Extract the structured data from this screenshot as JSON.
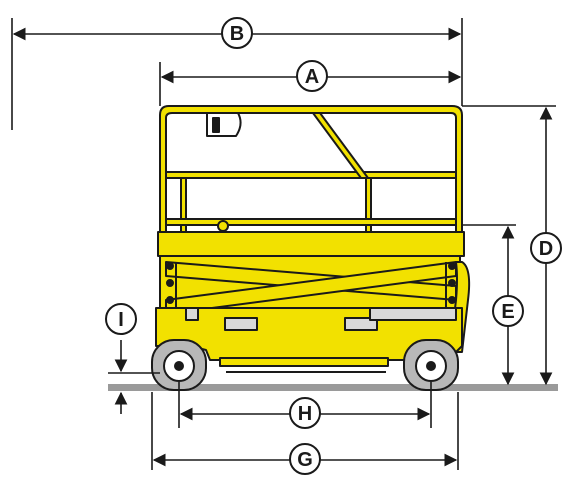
{
  "diagram": {
    "labels": {
      "A": "A",
      "B": "B",
      "D": "D",
      "E": "E",
      "G": "G",
      "H": "H",
      "I": "I"
    },
    "colors": {
      "body": "#f2e100",
      "outline": "#1a1a1a",
      "ground": "#9a9a9a",
      "wheel": "#b8b8b8",
      "panel": "#d9d9d9",
      "background": "#ffffff"
    }
  }
}
